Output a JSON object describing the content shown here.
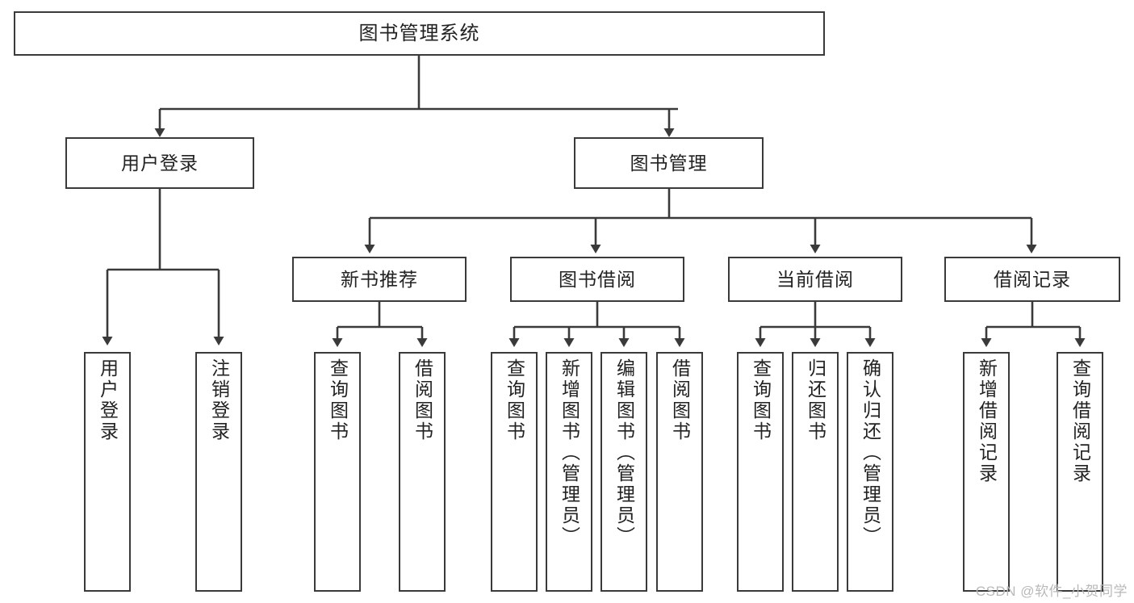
{
  "diagram": {
    "title": "图书管理系统",
    "type": "hierarchy-tree",
    "root": {
      "label": "图书管理系统"
    },
    "level1": [
      {
        "label": "用户登录"
      },
      {
        "label": "图书管理"
      }
    ],
    "level2": [
      {
        "label": "新书推荐"
      },
      {
        "label": "图书借阅"
      },
      {
        "label": "当前借阅"
      },
      {
        "label": "借阅记录"
      }
    ],
    "leaves": {
      "user_login": [
        {
          "label": "用户登录"
        },
        {
          "label": "注销登录"
        }
      ],
      "new_book_recommend": [
        {
          "label": "查询图书"
        },
        {
          "label": "借阅图书"
        }
      ],
      "book_borrow": [
        {
          "label": "查询图书"
        },
        {
          "label": "新增图书（管理员）"
        },
        {
          "label": "编辑图书（管理员）"
        },
        {
          "label": "借阅图书"
        }
      ],
      "current_borrow": [
        {
          "label": "查询图书"
        },
        {
          "label": "归还图书"
        },
        {
          "label": "确认归还（管理员）"
        }
      ],
      "borrow_record": [
        {
          "label": "新增借阅记录"
        },
        {
          "label": "查询借阅记录"
        }
      ]
    }
  },
  "watermark": {
    "text": "CSDN @软件_小贺同学"
  },
  "colors": {
    "stroke": "#3a3a3a",
    "text": "#222222",
    "background": "#ffffff",
    "watermark": "#b9b9b9"
  }
}
